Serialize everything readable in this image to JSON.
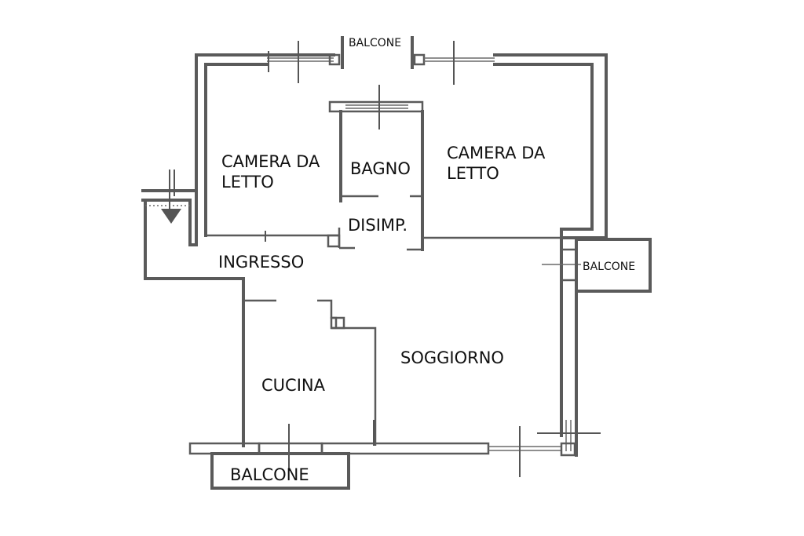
{
  "floorplan": {
    "rooms": [
      {
        "id": "camera-sx",
        "label": "CAMERA DA\nLETTO"
      },
      {
        "id": "bagno",
        "label": "BAGNO"
      },
      {
        "id": "camera-dx",
        "label": "CAMERA DA\nLETTO"
      },
      {
        "id": "disimp",
        "label": "DISIMP."
      },
      {
        "id": "ingresso",
        "label": "INGRESSO"
      },
      {
        "id": "soggiorno",
        "label": "SOGGIORNO"
      },
      {
        "id": "cucina",
        "label": "CUCINA"
      }
    ],
    "balconies": [
      {
        "id": "balcone-nord",
        "label": "BALCONE"
      },
      {
        "id": "balcone-est",
        "label": "BALCONE"
      },
      {
        "id": "balcone-sud",
        "label": "BALCONE"
      }
    ],
    "colors": {
      "wall": "#5a5a5a",
      "text": "#111111",
      "background": "#ffffff"
    }
  }
}
